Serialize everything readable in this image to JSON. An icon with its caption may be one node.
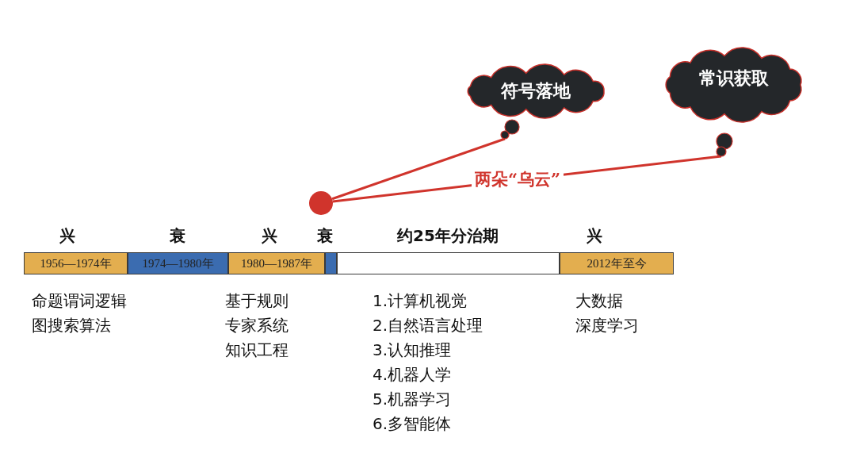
{
  "diagram": {
    "nodes": [
      {
        "text": [
          "1956—1974年"
        ],
        "beside": [
          "兴",
          "命题谓词逻辑",
          "图搜索算法"
        ]
      },
      {
        "text": [
          "1974—1980年"
        ],
        "beside": [
          "衰"
        ]
      },
      {
        "text": [
          "1980—1987年"
        ],
        "beside": [
          "兴",
          "基于规则",
          "专家系统",
          "知识工程"
        ]
      },
      {
        "text": [],
        "shape": "bar",
        "beside": [
          "衰"
        ]
      },
      {
        "text": [],
        "shape": "bar",
        "beside": [
          "约25年分治期",
          "1.计算机视觉",
          "2.自然语言处理",
          "3.认知推理",
          "4.机器人学",
          "5.机器学习",
          "6.多智能体"
        ]
      },
      {
        "text": [
          "2012年至今"
        ],
        "beside": [
          "兴",
          "大数据",
          "深度学习"
        ]
      },
      {
        "text": [],
        "shape": "circle"
      },
      {
        "text": [
          "符号落地"
        ]
      },
      {
        "text": [
          "常识获取"
        ]
      }
    ],
    "edges": [
      {
        "from": 6,
        "to": 7,
        "arrow": "none"
      },
      {
        "from": 6,
        "to": 8,
        "arrow": "none",
        "label": "两朵“乌云”"
      }
    ]
  }
}
